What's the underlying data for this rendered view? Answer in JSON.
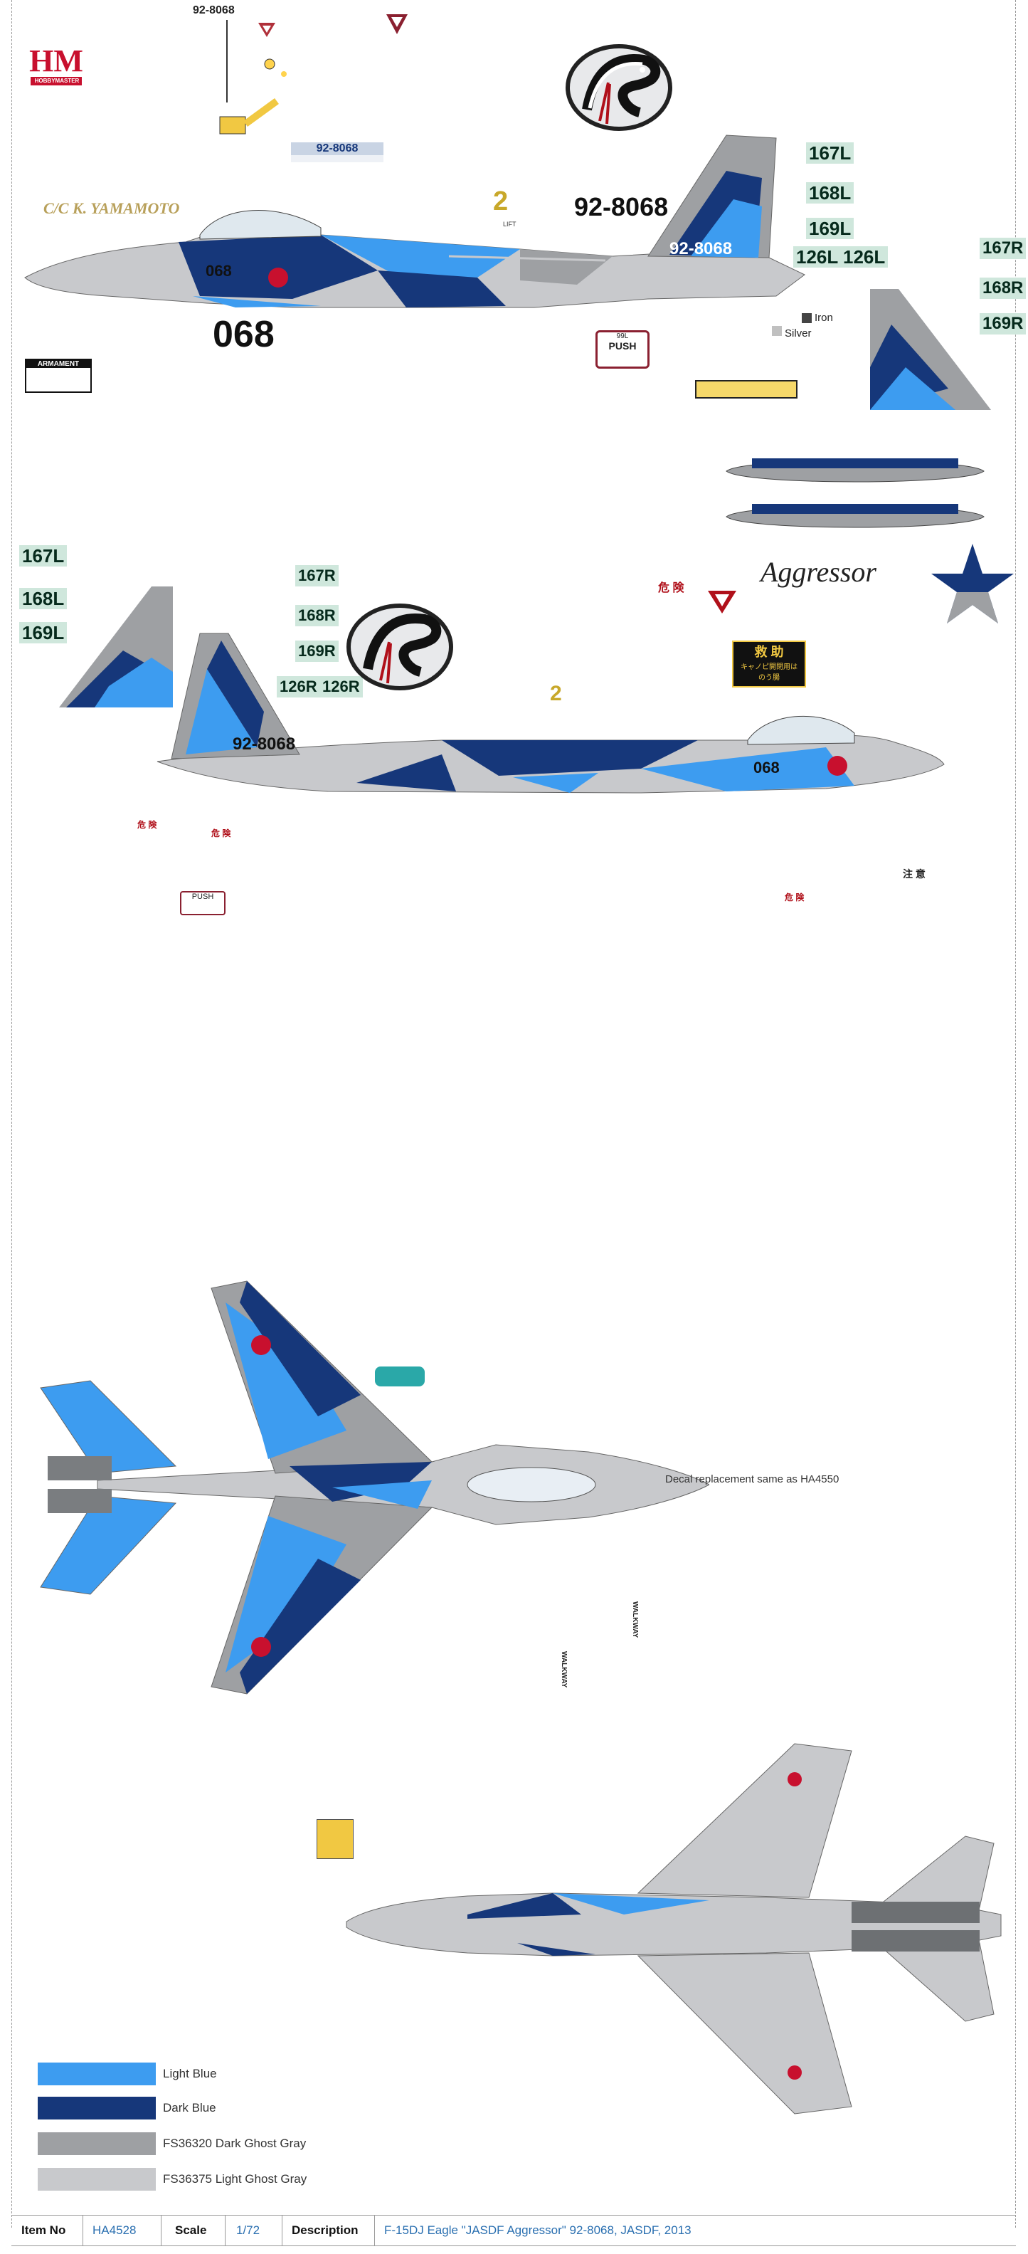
{
  "brand": {
    "logo_text": "HM",
    "logo_sub": "HOBBYMASTER"
  },
  "top_view": {
    "serial_top": "92-8068",
    "serial_plate": "92-8068",
    "crew_name": "C/C  K. YAMAMOTO",
    "serial_tail": "92-8068",
    "modex": "068",
    "modex_large": "068",
    "armament": "ARMAMENT",
    "push": "PUSH",
    "push_code": "99L",
    "lift": "LIFT",
    "num2": "2",
    "iron": "Iron",
    "silver": "Silver",
    "tail_labels_left": [
      "167L",
      "168L",
      "169L",
      "126L",
      "126L"
    ],
    "tail_labels_right": [
      "167R",
      "168R",
      "169R"
    ]
  },
  "aggressor": {
    "text": "Aggressor"
  },
  "side_view": {
    "tail_labels_left": [
      "167L",
      "168L",
      "169L"
    ],
    "tail_labels_right": [
      "167R",
      "168R",
      "169R",
      "126R",
      "126R"
    ],
    "serial_tail": "92-8068",
    "modex": "068",
    "num2": "2",
    "rescue_top": "救 助",
    "rescue_sub": "キャノピ開閉用は\nのう腸",
    "danger": "危 険",
    "caution": "注 意",
    "push": "PUSH"
  },
  "plan_view": {
    "note": "Decal replacement same as HA4550",
    "walkway": "WALKWAY"
  },
  "legend": [
    {
      "name": "Light Blue",
      "color": "#3d9cf0"
    },
    {
      "name": "Dark Blue",
      "color": "#16377a"
    },
    {
      "name": "FS36320 Dark Ghost Gray",
      "color": "#9ea0a3"
    },
    {
      "name": "FS36375 Light Ghost Gray",
      "color": "#c8c9cc"
    }
  ],
  "footer": {
    "item_label": "Item No",
    "item_value": "HA4528",
    "scale_label": "Scale",
    "scale_value": "1/72",
    "desc_label": "Description",
    "desc_value": "F-15DJ Eagle \"JASDF Aggressor\" 92-8068, JASDF, 2013"
  }
}
